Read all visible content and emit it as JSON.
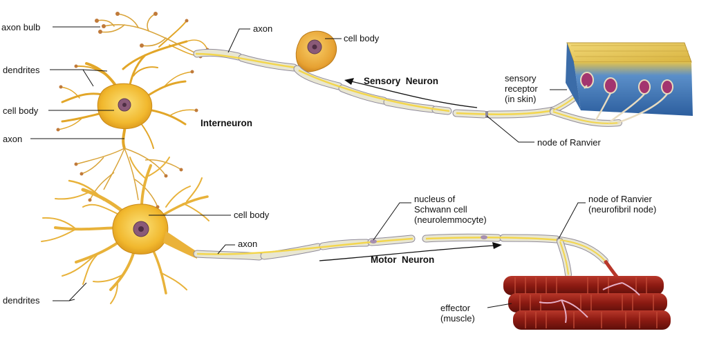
{
  "labels": {
    "axon_bulb": "axon bulb",
    "dendrites_top": "dendrites",
    "cell_body_inter": "cell body",
    "axon_inter": "axon",
    "axon_sensory": "axon",
    "cell_body_sensory": "cell body",
    "sensory_receptor": "sensory\nreceptor\n(in skin)",
    "node_ranvier_sensory": "node of Ranvier",
    "cell_body_motor": "cell body",
    "axon_motor": "axon",
    "dendrites_bottom": "dendrites",
    "nucleus_schwann": "nucleus of\nSchwann cell\n(neurolemmocyte)",
    "node_ranvier_motor": "node of Ranvier\n(neurofibril node)",
    "effector": "effector\n(muscle)"
  },
  "titles": {
    "interneuron": "Interneuron",
    "sensory_neuron": "Sensory  Neuron",
    "motor_neuron": "Motor  Neuron"
  },
  "colors": {
    "neuron_fill": "#f4c542",
    "neuron_stroke": "#c9921a",
    "myelin_fill": "#e8e6d2",
    "myelin_stroke": "#8f8a9a",
    "axon_core": "#f6dd5a",
    "nucleus": "#8a5a78",
    "muscle": "#8b1a12",
    "skin_top": "#e3c24a",
    "skin_side": "#3f76b8",
    "receptor": "#a3356f"
  }
}
